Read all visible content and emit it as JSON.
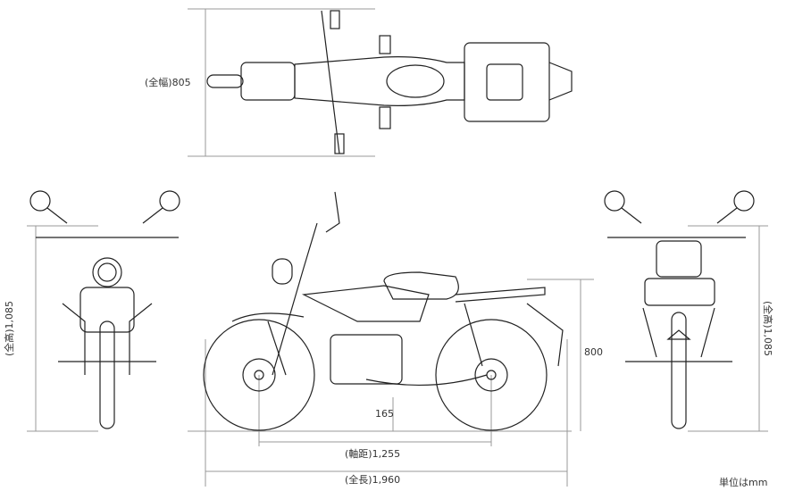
{
  "dimensions": {
    "width": "(全幅)805",
    "height_front": "(全高)1,085",
    "height_rear": "(全高)1,085",
    "seat_height": "800",
    "ground_clearance": "165",
    "wheelbase": "(軸距)1,255",
    "length": "(全長)1,960"
  },
  "unit_note": "単位はmm",
  "colors": {
    "line": "#222222",
    "dim_line": "#888888"
  }
}
